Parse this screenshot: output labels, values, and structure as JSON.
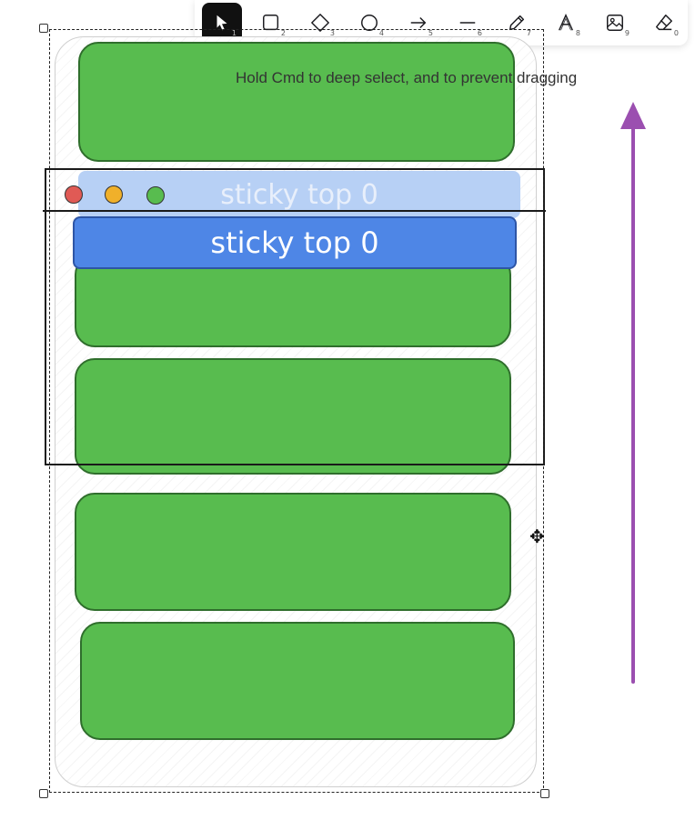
{
  "toolbar": {
    "tools": [
      {
        "name": "selection",
        "key": "1",
        "icon": "pointer-icon",
        "active": true
      },
      {
        "name": "rectangle",
        "key": "2",
        "icon": "rectangle-icon"
      },
      {
        "name": "diamond",
        "key": "3",
        "icon": "diamond-icon"
      },
      {
        "name": "ellipse",
        "key": "4",
        "icon": "ellipse-icon"
      },
      {
        "name": "arrow",
        "key": "5",
        "icon": "arrow-icon"
      },
      {
        "name": "line",
        "key": "6",
        "icon": "line-icon"
      },
      {
        "name": "draw",
        "key": "7",
        "icon": "pencil-icon"
      },
      {
        "name": "text",
        "key": "8",
        "icon": "text-icon"
      },
      {
        "name": "image",
        "key": "9",
        "icon": "image-icon"
      },
      {
        "name": "eraser",
        "key": "0",
        "icon": "eraser-icon"
      }
    ]
  },
  "hint": {
    "text": "Hold Cmd to deep select, and to prevent dragging"
  },
  "canvas": {
    "sticky_ghost_label": "sticky top 0",
    "sticky_label": "sticky top 0",
    "window_dots": [
      {
        "color": "#e05a55",
        "name": "red"
      },
      {
        "color": "#f0b02a",
        "name": "yellow"
      },
      {
        "color": "#58bc4f",
        "name": "green"
      }
    ],
    "arrow_color": "#9b4fb0",
    "block_color": "#58bc4f",
    "sticky_color": "#4e86e6"
  }
}
